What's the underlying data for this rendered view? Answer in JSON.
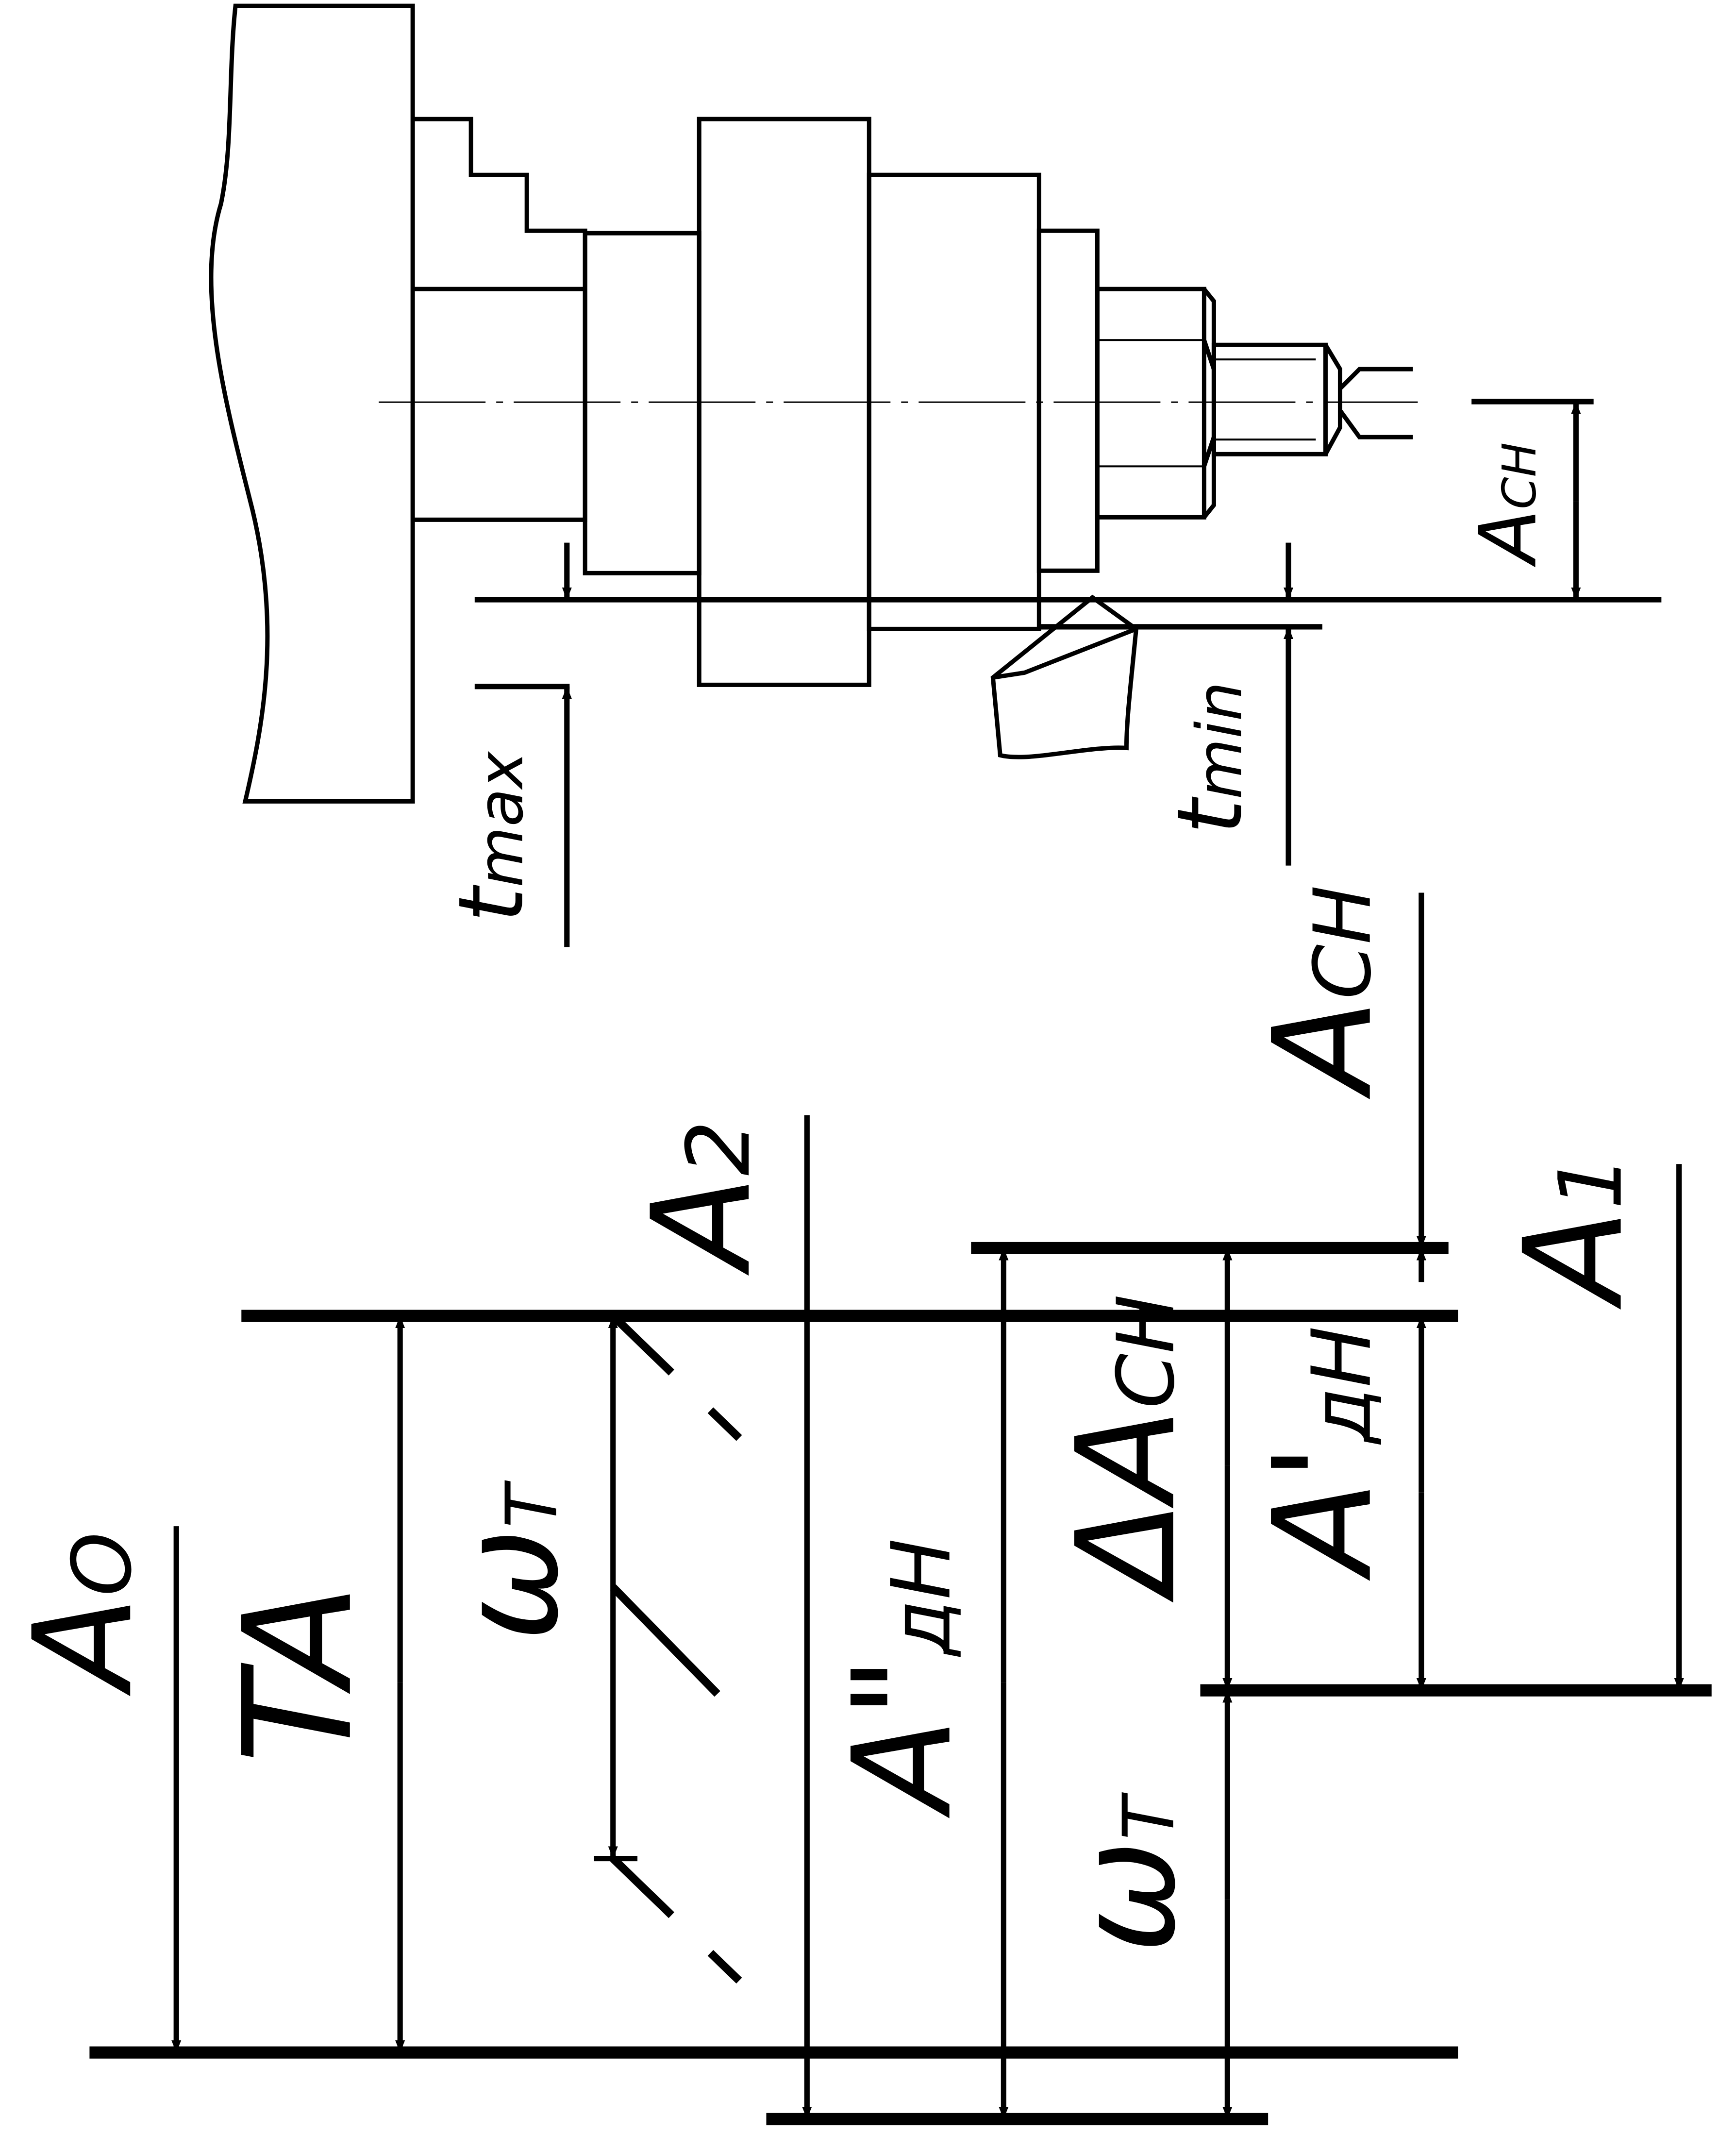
{
  "labels": {
    "a_ch_top": "A",
    "a_ch_top_sub": "СН",
    "t_max": "t",
    "t_max_sub": "max",
    "t_min": "t",
    "t_min_sub": "min",
    "a_ch": "A",
    "a_ch_sub": "СН",
    "a2": "A",
    "a2_sub": "2",
    "a1": "A",
    "a1_sub": "1",
    "a0": "A",
    "a0_sub": "O",
    "ta": "TA",
    "omega_t_left": "ω",
    "omega_t_left_sub": "T",
    "a_dn_double": "A\"",
    "a_dn_double_sub": "дН",
    "delta_a_ch": "ΔA",
    "delta_a_ch_sub": "СН",
    "a_dn_single": "A'",
    "a_dn_single_sub": "дН",
    "omega_t_right": "ω",
    "omega_t_right_sub": "T"
  },
  "colors": {
    "ink": "#000000",
    "paper": "#ffffff"
  },
  "icons": {
    "arrow": "filled-arrowhead"
  }
}
